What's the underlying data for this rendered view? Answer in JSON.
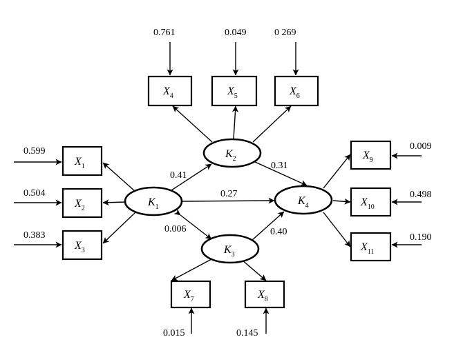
{
  "variables": {
    "K1": {
      "letter": "K",
      "sub": "1"
    },
    "K2": {
      "letter": "K",
      "sub": "2"
    },
    "K3": {
      "letter": "K",
      "sub": "3"
    },
    "K4": {
      "letter": "K",
      "sub": "4"
    },
    "X1": {
      "letter": "X",
      "sub": "1"
    },
    "X2": {
      "letter": "X",
      "sub": "2"
    },
    "X3": {
      "letter": "X",
      "sub": "3"
    },
    "X4": {
      "letter": "X",
      "sub": "4"
    },
    "X5": {
      "letter": "X",
      "sub": "5"
    },
    "X6": {
      "letter": "X",
      "sub": "6"
    },
    "X7": {
      "letter": "X",
      "sub": "7"
    },
    "X8": {
      "letter": "X",
      "sub": "8"
    },
    "X9": {
      "letter": "X",
      "sub": "9"
    },
    "X10": {
      "letter": "X",
      "sub": "10"
    },
    "X11": {
      "letter": "X",
      "sub": "11"
    }
  },
  "path_coefficients": {
    "K1_K2": "0.41",
    "K1_K4": "0.27",
    "K1_K3": "0.006",
    "K2_K4": "0.31",
    "K3_K4": "0.40"
  },
  "error_terms": {
    "X1": "0.599",
    "X2": "0.504",
    "X3": "0.383",
    "X4": "0.761",
    "X5": "0.049",
    "X6": "0 269",
    "X7": "0.015",
    "X8": "0.145",
    "X9": "0.009",
    "X10": "0.498",
    "X11": "0.190"
  }
}
